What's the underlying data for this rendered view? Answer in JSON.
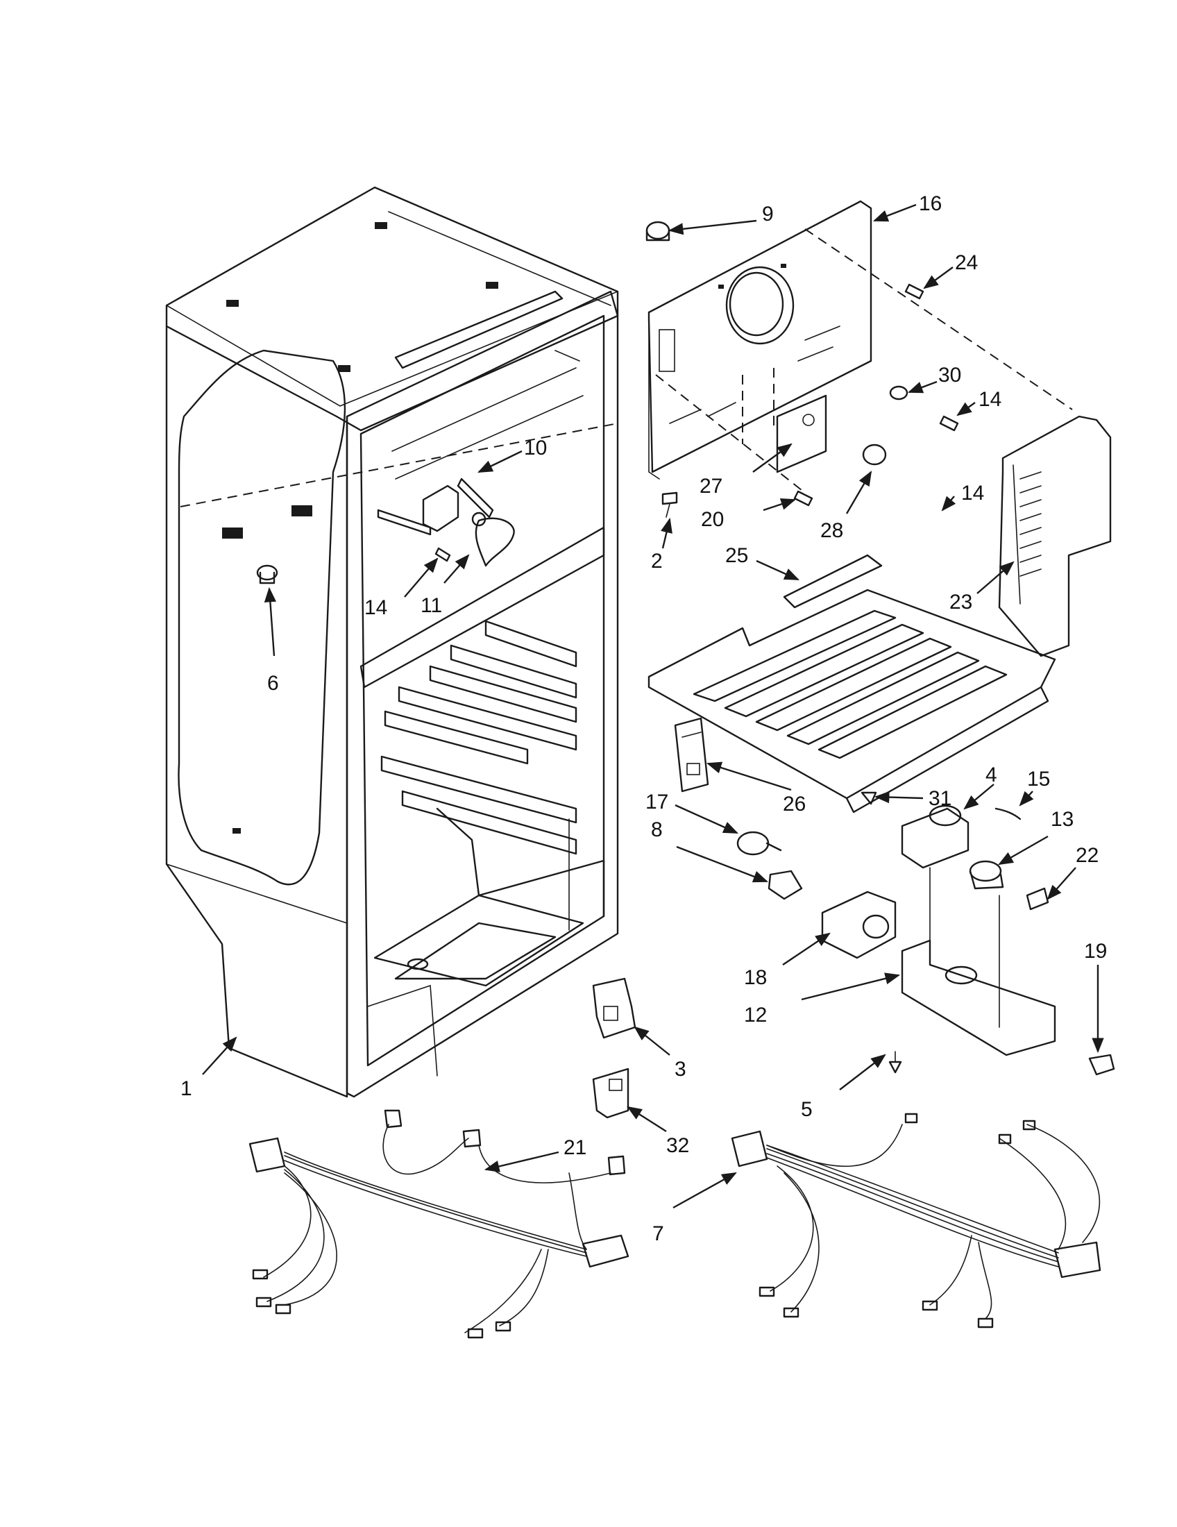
{
  "callouts": [
    {
      "id": "c1",
      "label": "1"
    },
    {
      "id": "c2",
      "label": "2"
    },
    {
      "id": "c3",
      "label": "3"
    },
    {
      "id": "c4",
      "label": "4"
    },
    {
      "id": "c5",
      "label": "5"
    },
    {
      "id": "c6",
      "label": "6"
    },
    {
      "id": "c7",
      "label": "7"
    },
    {
      "id": "c8",
      "label": "8"
    },
    {
      "id": "c9",
      "label": "9"
    },
    {
      "id": "c10",
      "label": "10"
    },
    {
      "id": "c11",
      "label": "11"
    },
    {
      "id": "c12",
      "label": "12"
    },
    {
      "id": "c13",
      "label": "13"
    },
    {
      "id": "c14a",
      "label": "14"
    },
    {
      "id": "c14b",
      "label": "14"
    },
    {
      "id": "c14c",
      "label": "14"
    },
    {
      "id": "c15",
      "label": "15"
    },
    {
      "id": "c16",
      "label": "16"
    },
    {
      "id": "c17",
      "label": "17"
    },
    {
      "id": "c18",
      "label": "18"
    },
    {
      "id": "c19",
      "label": "19"
    },
    {
      "id": "c20",
      "label": "20"
    },
    {
      "id": "c21",
      "label": "21"
    },
    {
      "id": "c22",
      "label": "22"
    },
    {
      "id": "c23",
      "label": "23"
    },
    {
      "id": "c24",
      "label": "24"
    },
    {
      "id": "c25",
      "label": "25"
    },
    {
      "id": "c26",
      "label": "26"
    },
    {
      "id": "c27",
      "label": "27"
    },
    {
      "id": "c28",
      "label": "28"
    },
    {
      "id": "c30",
      "label": "30"
    },
    {
      "id": "c31",
      "label": "31"
    },
    {
      "id": "c32",
      "label": "32"
    }
  ]
}
